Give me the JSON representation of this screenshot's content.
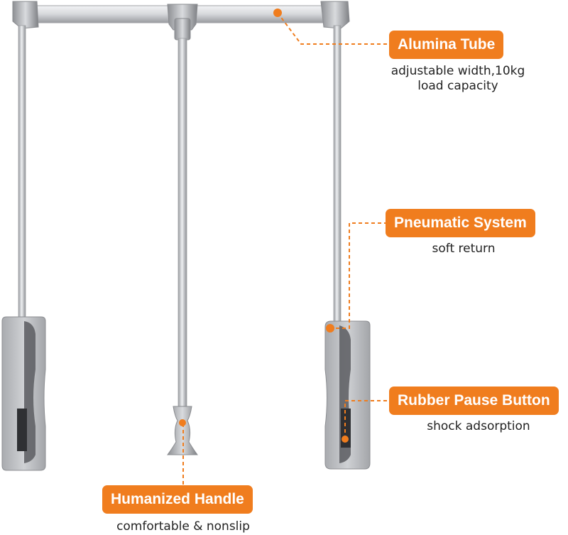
{
  "callouts": {
    "alumina_tube": {
      "title": "Alumina Tube",
      "desc_line1": "adjustable width,10kg",
      "desc_line2": "load capacity"
    },
    "pneumatic_system": {
      "title": "Pneumatic System",
      "desc": "soft return"
    },
    "rubber_pause_button": {
      "title": "Rubber Pause Button",
      "desc": "shock adsorption"
    },
    "humanized_handle": {
      "title": "Humanized Handle",
      "desc": "comfortable & nonslip"
    }
  },
  "colors": {
    "accent": "#F07D1E",
    "metal": "#C9CACC",
    "metal_dark": "#8E9094",
    "text": "#222222"
  }
}
